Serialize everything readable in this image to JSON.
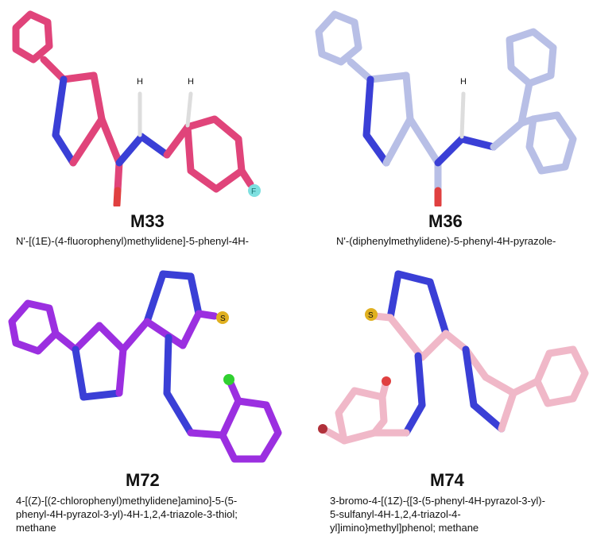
{
  "colors": {
    "nitrogen": "#3a3fd6",
    "oxygen": "#e04040",
    "hydrogen": "#dddddd",
    "fluorine": "#7ee0e0",
    "sulfur": "#e0b020",
    "chlorine": "#30d030",
    "bromine": "#b0303a"
  },
  "panels": [
    {
      "code": "M33",
      "name_lines": [
        "N'-[(1E)-(4-fluorophenyl)methylidene]-5-phenyl-4H-"
      ],
      "carbon_color": "#e0447a",
      "atom_labels": [
        "H",
        "H",
        "F"
      ]
    },
    {
      "code": "M36",
      "name_lines": [
        "N'-(diphenylmethylidene)-5-phenyl-4H-pyrazole-"
      ],
      "carbon_color": "#b8bfe6",
      "atom_labels": [
        "H"
      ]
    },
    {
      "code": "M72",
      "name_lines": [
        "4-[(Z)-[(2-chlorophenyl)methylidene]amino]-5-(5-",
        "phenyl-4H-pyrazol-3-yl)-4H-1,2,4-triazole-3-thiol;",
        "methane"
      ],
      "carbon_color": "#9b2fe0",
      "atom_labels": [
        "S"
      ]
    },
    {
      "code": "M74",
      "name_lines": [
        "3-bromo-4-[(1Z)-{[3-(5-phenyl-4H-pyrazol-3-yl)-",
        "5-sulfanyl-4H-1,2,4-triazol-4-",
        "yl]imino}methyl]phenol; methane"
      ],
      "carbon_color": "#f0b8c8",
      "atom_labels": [
        "S"
      ]
    }
  ]
}
